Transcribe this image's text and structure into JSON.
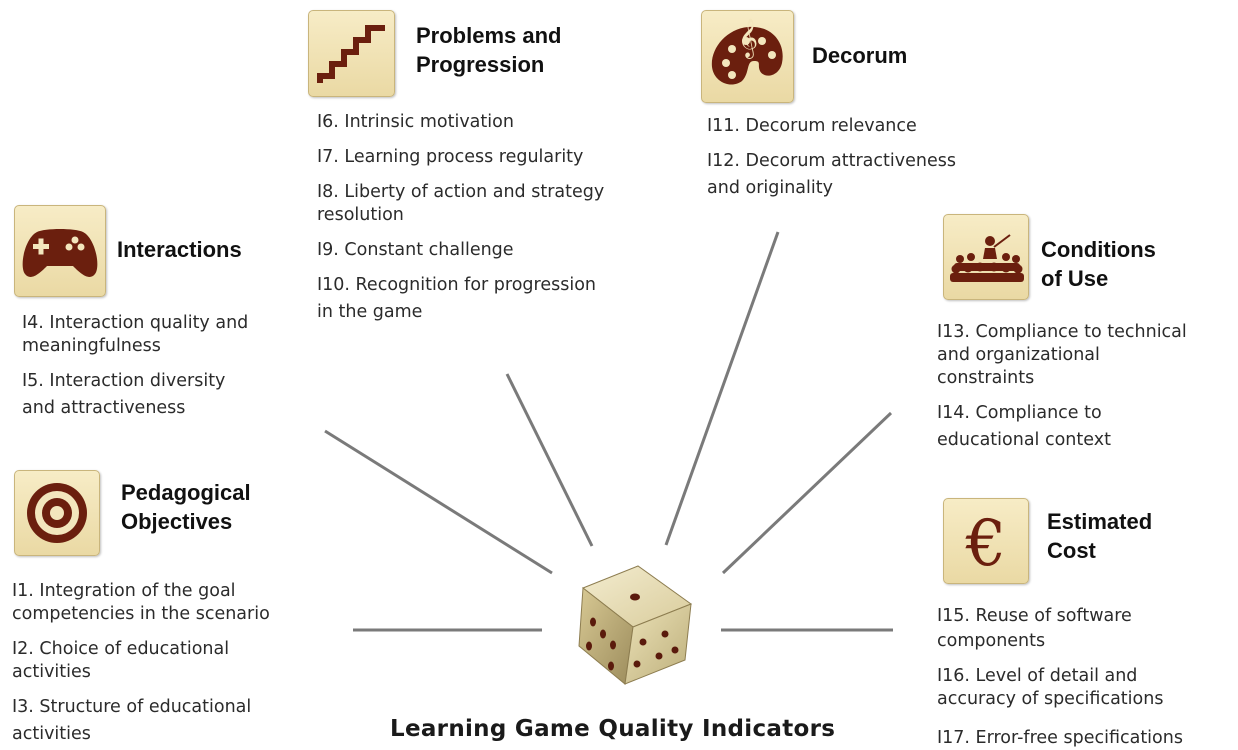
{
  "title": "Learning Game Quality Indicators",
  "colors": {
    "line": "#7a7a7a",
    "icon_bg": "#efe0b0",
    "icon_dark": "#6b1f0e"
  },
  "categories": {
    "problems": {
      "icon": "stairs-icon",
      "title_l1": "Problems and",
      "title_l2": "Progression",
      "items": [
        "I6. Intrinsic motivation",
        "I7. Learning process regularity",
        "I8. Liberty of action and strategy",
        "resolution",
        "I9. Constant challenge",
        "I10. Recognition for progression",
        "in the game"
      ]
    },
    "decorum": {
      "icon": "palette-icon",
      "title_l1": "Decorum",
      "items": [
        "I11. Decorum relevance",
        "I12. Decorum attractiveness",
        "and originality"
      ]
    },
    "interactions": {
      "icon": "gamepad-icon",
      "title_l1": "Interactions",
      "items": [
        "I4. Interaction quality and",
        "meaningfulness",
        "I5. Interaction diversity",
        "and attractiveness"
      ]
    },
    "conditions": {
      "icon": "audience-icon",
      "title_l1": "Conditions",
      "title_l2": "of Use",
      "items": [
        "I13. Compliance to technical",
        "and organizational",
        "constraints",
        "I14. Compliance to",
        "educational context"
      ]
    },
    "pedagogical": {
      "icon": "target-icon",
      "title_l1": "Pedagogical",
      "title_l2": "Objectives",
      "items": [
        "I1. Integration of the goal",
        "competencies in the scenario",
        "I2. Choice of educational",
        "activities",
        "I3. Structure of educational",
        "activities"
      ]
    },
    "cost": {
      "icon": "euro-icon",
      "title_l1": "Estimated",
      "title_l2": "Cost",
      "items": [
        "I15.  Reuse of software",
        "components",
        "I16. Level of detail and",
        "accuracy of specifications",
        "I17. Error-free specifications"
      ]
    }
  }
}
